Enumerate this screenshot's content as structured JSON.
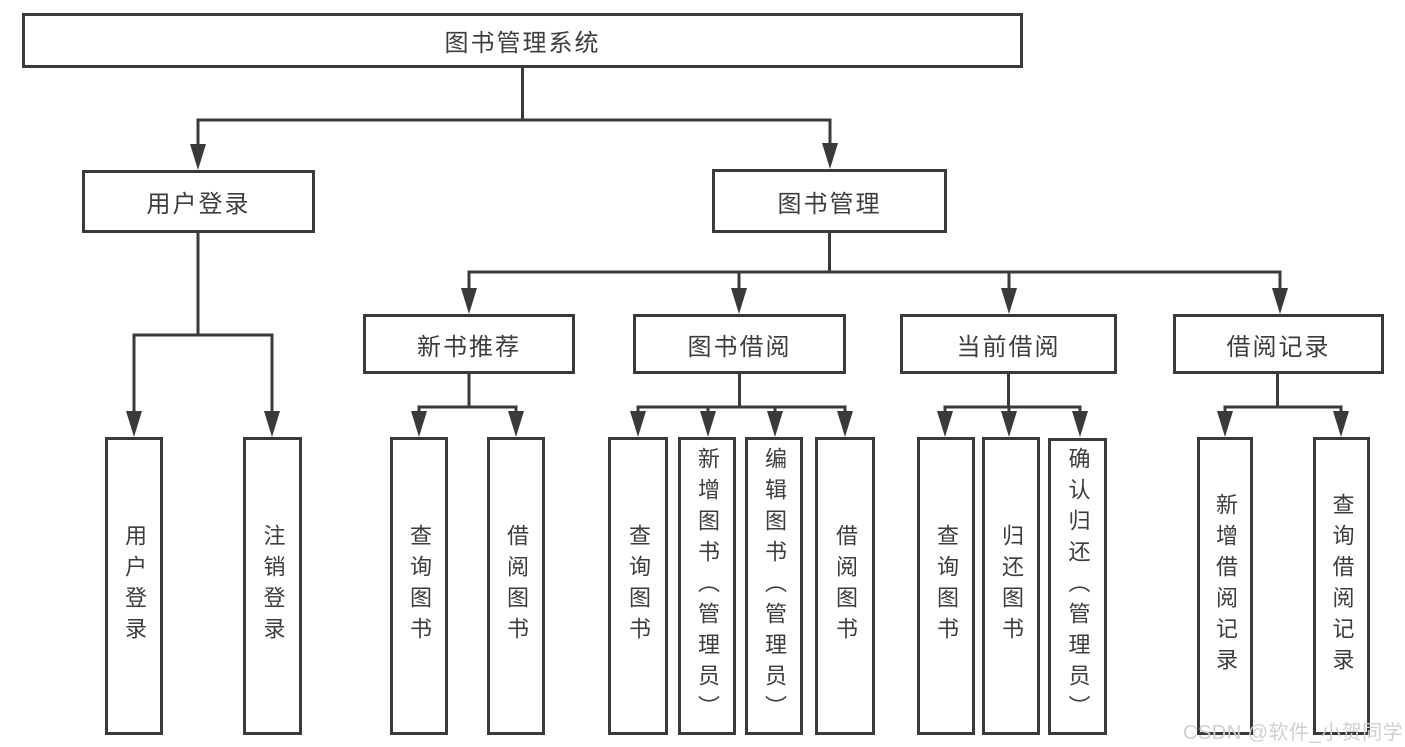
{
  "colors": {
    "line": "#3a3a3a",
    "text": "#3d3d3d",
    "background": "#ffffff",
    "watermark": "#cdd0d5"
  },
  "watermark": "CSDN @软件_小贺同学",
  "tree": {
    "root": {
      "label": "图书管理系统"
    },
    "branches": [
      {
        "label": "用户登录",
        "children": [
          {
            "label": "用户登录"
          },
          {
            "label": "注销登录"
          }
        ]
      },
      {
        "label": "图书管理",
        "children": [
          {
            "label": "新书推荐",
            "children": [
              {
                "label": "查询图书"
              },
              {
                "label": "借阅图书"
              }
            ]
          },
          {
            "label": "图书借阅",
            "children": [
              {
                "label": "查询图书"
              },
              {
                "label": "新增图书（管理员）"
              },
              {
                "label": "编辑图书（管理员）"
              },
              {
                "label": "借阅图书"
              }
            ]
          },
          {
            "label": "当前借阅",
            "children": [
              {
                "label": "查询图书"
              },
              {
                "label": "归还图书"
              },
              {
                "label": "确认归还（管理员）"
              }
            ]
          },
          {
            "label": "借阅记录",
            "children": [
              {
                "label": "新增借阅记录"
              },
              {
                "label": "查询借阅记录"
              }
            ]
          }
        ]
      }
    ]
  }
}
